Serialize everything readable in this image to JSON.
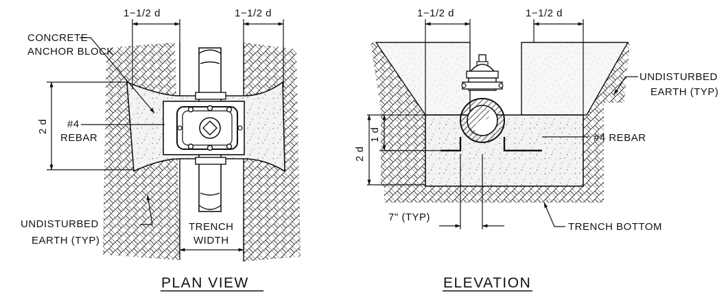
{
  "plan": {
    "dim_left": "1−1/2  d",
    "dim_right": "1−1/2  d",
    "concrete_line1": "CONCRETE",
    "concrete_line2": "ANCHOR BLOCK",
    "rebar_line1": "#4",
    "rebar_line2": "REBAR",
    "two_d": "2 d",
    "undisturbed_line1": "UNDISTURBED",
    "undisturbed_line2": "EARTH (TYP)",
    "trench_line1": "TRENCH",
    "trench_line2": "WIDTH",
    "title": "PLAN VIEW"
  },
  "elevation": {
    "dim_left": "1−1/2  d",
    "dim_right": "1−1/2  d",
    "undisturbed_line1": "UNDISTURBED",
    "undisturbed_line2": "EARTH (TYP)",
    "rebar": "#4  REBAR",
    "one_d": "1 d",
    "two_d": "2 d",
    "seven": "7\" (TYP)",
    "trench_bottom": "TRENCH BOTTOM",
    "title": "ELEVATION"
  }
}
